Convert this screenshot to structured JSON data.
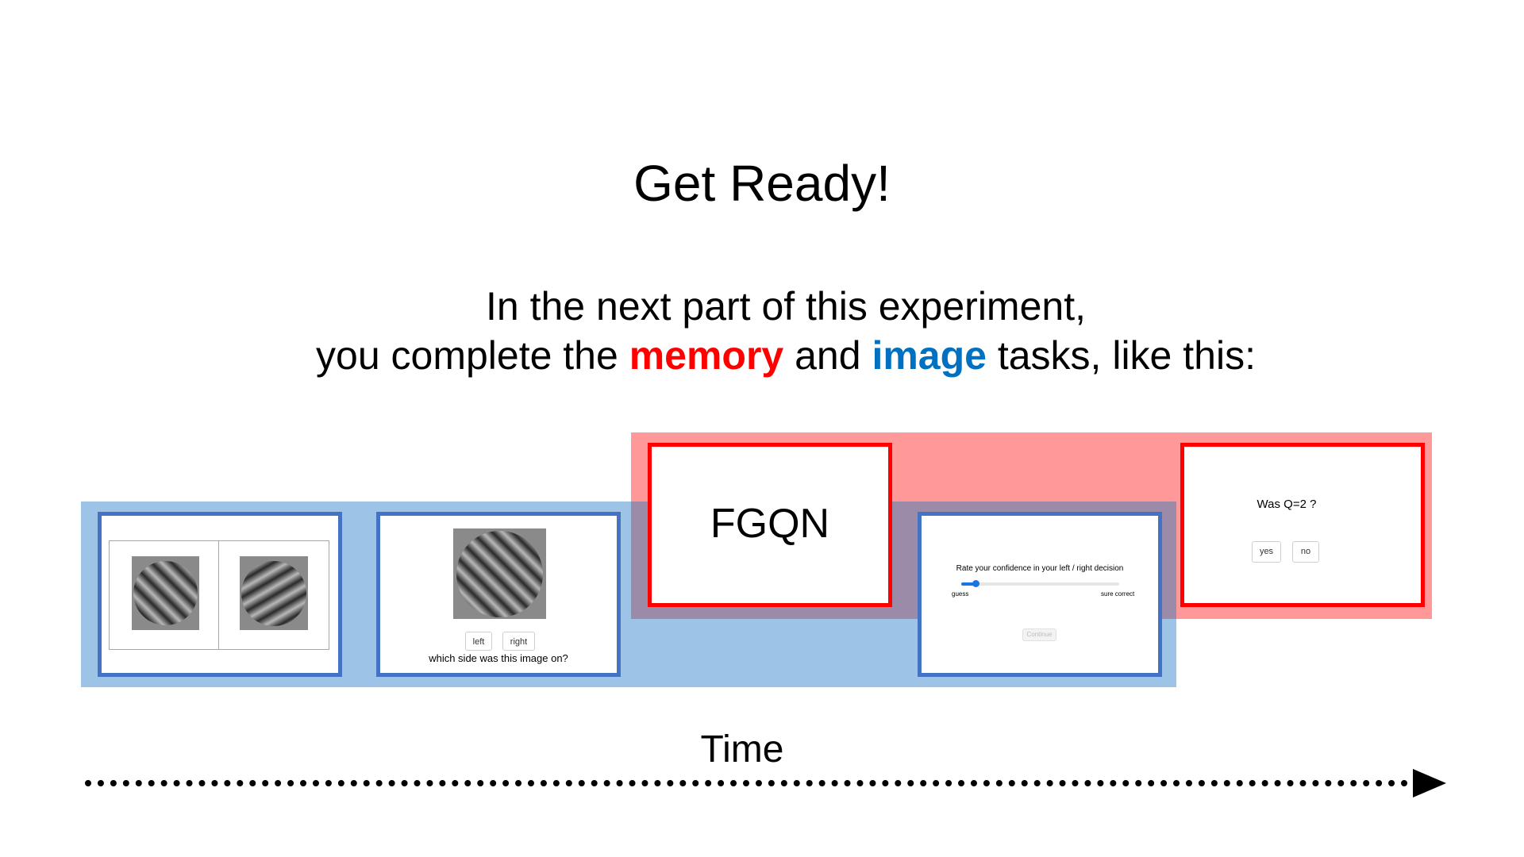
{
  "title": "Get Ready!",
  "intro": {
    "line1": "In the next part of this experiment,",
    "line2_before": "you complete the ",
    "memory_word": "memory",
    "line2_mid": " and ",
    "image_word": "image",
    "line2_after": " tasks, like this:"
  },
  "colors": {
    "memory": "#ff0000",
    "image": "#0070c0",
    "image_band": "#9dc3e6",
    "memory_band": "#ff9999",
    "image_border": "#4472c4",
    "memory_border": "#ff0000"
  },
  "panels": {
    "encoding": {
      "description_icons": [
        "grating-left",
        "grating-right"
      ]
    },
    "side_question": {
      "left_label": "left",
      "right_label": "right",
      "question": "which side was this image on?"
    },
    "letters": {
      "text": "FGQN"
    },
    "confidence": {
      "question": "Rate your confidence in your left / right decision",
      "min_label": "guess",
      "max_label": "sure correct",
      "continue_label": "Continue"
    },
    "probe": {
      "question": "Was Q=2 ?",
      "yes_label": "yes",
      "no_label": "no"
    }
  },
  "timeline": {
    "label": "Time"
  }
}
